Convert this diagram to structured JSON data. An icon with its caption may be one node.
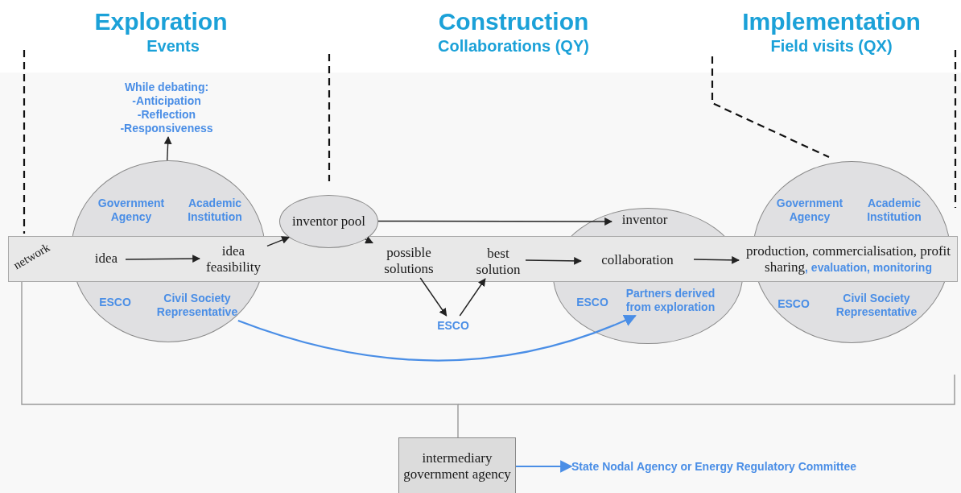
{
  "diagram": {
    "nodes": [
      {
        "text": [
          "network"
        ]
      },
      {
        "text": [],
        "shape": "circle"
      },
      {
        "text": [
          "Government Agency"
        ],
        "in": 1
      },
      {
        "text": [
          "Academic Institution"
        ],
        "in": 1
      },
      {
        "text": [
          "ESCO"
        ],
        "in": 1
      },
      {
        "text": [
          "Civil Society Representative"
        ],
        "in": 1
      },
      {
        "text": [
          "While debating: -Anticipation -Reflection -Responsiveness"
        ]
      },
      {
        "text": [
          "inventor pool"
        ]
      },
      {
        "text": [],
        "shape": "circle"
      },
      {
        "text": [
          "inventor"
        ],
        "in": 8
      },
      {
        "text": [
          "ESCO"
        ],
        "in": 8
      },
      {
        "text": [
          "Partners derived from exploration"
        ],
        "in": 8
      },
      {
        "text": [],
        "shape": "circle"
      },
      {
        "text": [
          "Government Agency"
        ],
        "in": 12
      },
      {
        "text": [
          "Academic Institution"
        ],
        "in": 12
      },
      {
        "text": [
          "ESCO"
        ],
        "in": 12
      },
      {
        "text": [
          "Civil Society Representative"
        ],
        "in": 12
      },
      {
        "text": [
          "idea"
        ]
      },
      {
        "text": [
          "idea feasibility"
        ]
      },
      {
        "text": [
          "possible solutions"
        ],
        "in": 0
      },
      {
        "text": [
          "ESCO"
        ]
      },
      {
        "text": [
          "best solution"
        ],
        "in": 0
      },
      {
        "text": [
          "collaboration"
        ]
      },
      {
        "text": [
          "production, commercialisation, profit sharing",
          ", evaluation, monitoring"
        ]
      },
      {
        "text": [
          "intermediary government agency"
        ]
      },
      {
        "text": [
          "State Nodal Agency or Energy Regulatory Committee"
        ]
      }
    ],
    "edges": [
      {
        "from": 1,
        "to": 6,
        "arrow": "to"
      },
      {
        "from": 17,
        "to": 18,
        "arrow": "to"
      },
      {
        "from": 18,
        "to": 7,
        "arrow": "to"
      },
      {
        "from": 7,
        "to": 19,
        "arrow": "to"
      },
      {
        "from": 7,
        "to": 9,
        "arrow": "to"
      },
      {
        "from": 19,
        "to": 20,
        "arrow": "to"
      },
      {
        "from": 20,
        "to": 21,
        "arrow": "to"
      },
      {
        "from": 21,
        "to": 22,
        "arrow": "to"
      },
      {
        "from": 22,
        "to": 23,
        "arrow": "to"
      },
      {
        "from": 5,
        "to": 11,
        "arrow": "to",
        "color": "#4a8ee6"
      },
      {
        "from": 24,
        "to": 25,
        "arrow": "to",
        "color": "#4a8ee6"
      },
      {
        "from": 0,
        "to": 24,
        "arrow": "none",
        "color": "#999999"
      }
    ],
    "labels": [
      "Exploration",
      "Events",
      "Construction",
      "Collaborations (QY)",
      "Implementation",
      "Field visits (QX)"
    ]
  }
}
